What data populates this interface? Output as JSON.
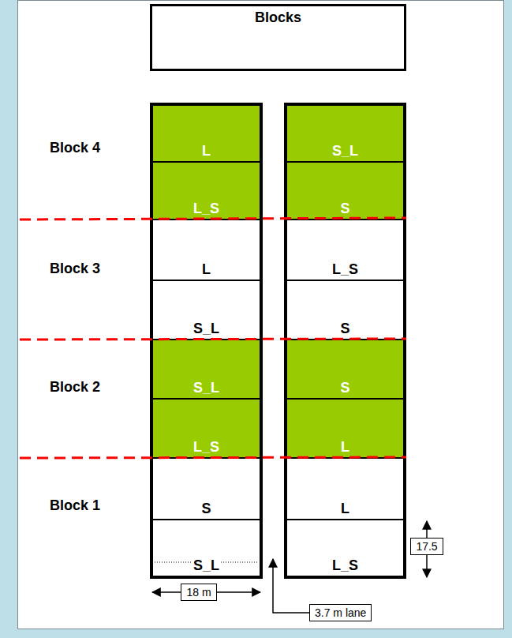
{
  "diagram": {
    "nodes": [
      {
        "text": [
          "Blocks"
        ]
      },
      {
        "text": [
          "L"
        ]
      },
      {
        "text": [
          "S_L"
        ]
      },
      {
        "text": [
          "L_S"
        ]
      },
      {
        "text": [
          "S"
        ]
      },
      {
        "text": [
          "L"
        ]
      },
      {
        "text": [
          "L_S"
        ]
      },
      {
        "text": [
          "S_L"
        ]
      },
      {
        "text": [
          "S"
        ]
      },
      {
        "text": [
          "S_L"
        ]
      },
      {
        "text": [
          "S"
        ]
      },
      {
        "text": [
          "L_S"
        ]
      },
      {
        "text": [
          "L"
        ]
      },
      {
        "text": [
          "S"
        ]
      },
      {
        "text": [
          "L"
        ]
      },
      {
        "text": [
          "S_L"
        ]
      },
      {
        "text": [
          "L_S"
        ]
      }
    ],
    "labels": [
      "Block 4",
      "Block 3",
      "Block 2",
      "Block 1",
      "18 m",
      "3.7 m lane",
      "17.5"
    ]
  }
}
